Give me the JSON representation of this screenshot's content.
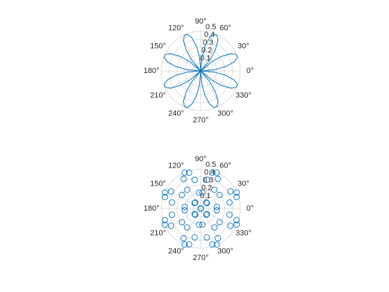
{
  "colors": {
    "series": "#0072BD",
    "grid": "#DBDBDB",
    "axis_text": "#262626",
    "background": "#FFFFFF"
  },
  "chart_data": [
    {
      "type": "line",
      "coordinate_system": "polar",
      "title": "",
      "function": "r = sin(2*theta) * cos(2*theta)",
      "theta_unit": "degrees",
      "theta_ticks": [
        "0°",
        "30°",
        "60°",
        "90°",
        "120°",
        "150°",
        "180°",
        "210°",
        "240°",
        "270°",
        "300°",
        "330°"
      ],
      "r_ticks": [
        "0.1",
        "0.2",
        "0.3",
        "0.4",
        "0.5"
      ],
      "rlim": [
        0,
        0.5
      ],
      "grid": true,
      "series": [
        {
          "theta_sample_step_deg": 5,
          "marker": "none",
          "line": "solid"
        }
      ]
    },
    {
      "type": "scatter",
      "coordinate_system": "polar",
      "title": "",
      "function": "r = sin(2*theta) * cos(2*theta)",
      "theta_unit": "degrees",
      "theta_ticks": [
        "0°",
        "30°",
        "60°",
        "90°",
        "120°",
        "150°",
        "180°",
        "210°",
        "240°",
        "270°",
        "300°",
        "330°"
      ],
      "r_ticks": [
        "0.1",
        "0.2",
        "0.3",
        "0.4",
        "0.5"
      ],
      "rlim": [
        0,
        0.5
      ],
      "grid": true,
      "series": [
        {
          "theta_sample_step_deg": 6,
          "marker": "open-circle",
          "line": "none"
        }
      ]
    }
  ]
}
